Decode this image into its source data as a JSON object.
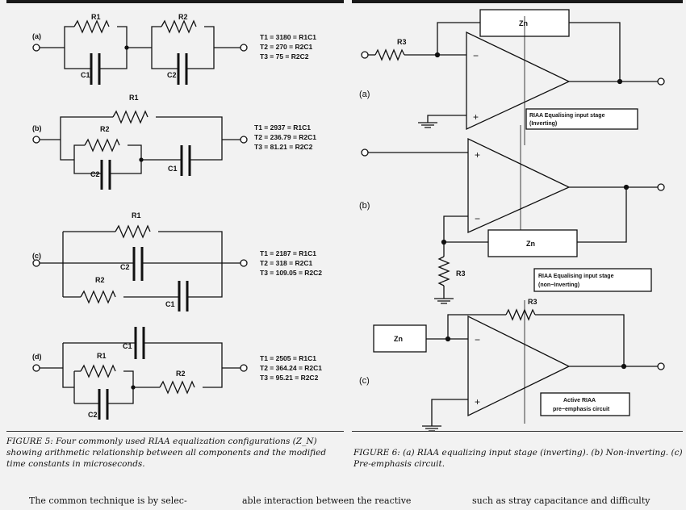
{
  "fig5": {
    "a": {
      "label": "(a)",
      "r1": "R1",
      "r2": "R2",
      "c1": "C1",
      "c2": "C2",
      "eq": [
        "T1 = 3180 = R1C1",
        "T2 = 270   = R2C1",
        "T3 = 75     = R2C2"
      ]
    },
    "b": {
      "label": "(b)",
      "r1": "R1",
      "r2": "R2",
      "c1": "C1",
      "c2": "C2",
      "eq": [
        "T1 = 2937    = R1C1",
        "T2 = 236.79 = R2C1",
        "T3 = 81.21  = R2C2"
      ]
    },
    "c": {
      "label": "(c)",
      "r1": "R1",
      "r2": "R2",
      "c1": "C1",
      "c2": "C2",
      "eq": [
        "T1 = 2187    = R1C1",
        "T2 = 318      = R2C1",
        "T3 = 109.05 = R2C2"
      ]
    },
    "d": {
      "label": "(d)",
      "r1": "R1",
      "r2": "R2",
      "c1": "C1",
      "c2": "C2",
      "eq": [
        "T1 = 2505    = R1C1",
        "T2 = 364.24 = R2C1",
        "T3 = 95.21  = R2C2"
      ]
    },
    "caption": "FIGURE 5: Four commonly used RIAA equalization configurations (Z_N) showing arithmetic relationship between all components and the modified time constants in microseconds."
  },
  "fig6": {
    "a": {
      "label": "(a)",
      "zn": "Zn",
      "r3": "R3",
      "minus": "−",
      "plus": "+",
      "box1": "RIAA Equalising input stage",
      "box2": "(Inverting)"
    },
    "b": {
      "label": "(b)",
      "zn": "Zn",
      "r3": "R3",
      "minus": "−",
      "plus": "+",
      "box1": "RIAA Equalising input stage",
      "box2": "(non−Inverting)"
    },
    "c": {
      "label": "(c)",
      "zn": "Zn",
      "r3": "R3",
      "minus": "−",
      "plus": "+",
      "box1": "Active RIAA",
      "box2": "pre−emphasis circuit"
    },
    "caption": "FIGURE 6: (a) RIAA equalizing input stage (inverting). (b) Non-inverting. (c) Pre-emphasis circuit."
  },
  "body": {
    "col1": "The common technique is by selec-",
    "col2": "able interaction between the reactive",
    "col3": "such as stray capacitance and difficulty"
  }
}
